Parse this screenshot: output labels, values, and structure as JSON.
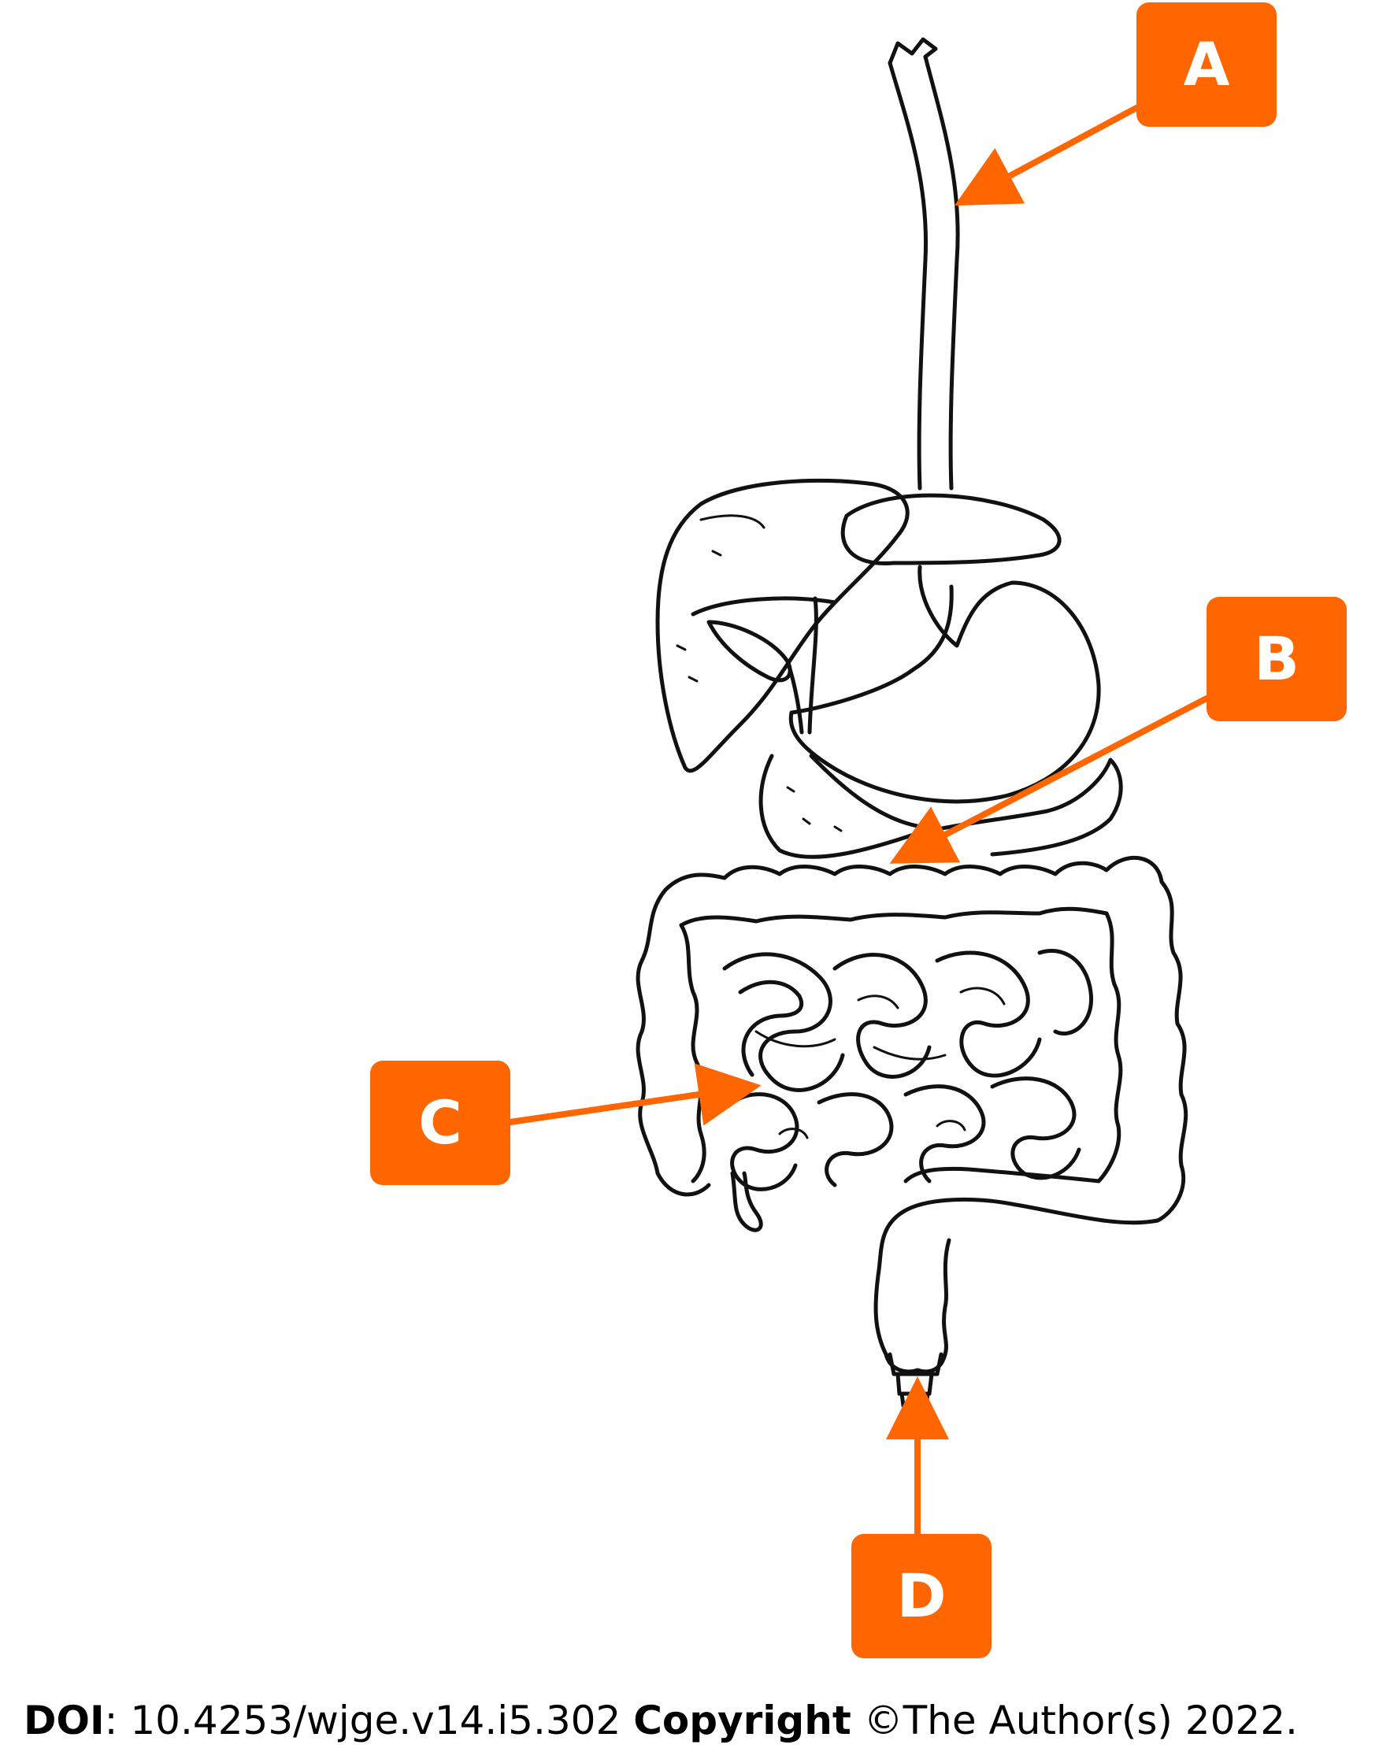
{
  "colors": {
    "accent": "#ff6600",
    "line": "#111111",
    "background": "#ffffff"
  },
  "labels": [
    {
      "id": "A",
      "text": "A"
    },
    {
      "id": "B",
      "text": "B"
    },
    {
      "id": "C",
      "text": "C"
    },
    {
      "id": "D",
      "text": "D"
    }
  ],
  "footer": {
    "doi_label": "DOI",
    "doi_value": ": 10.4253/wjge.v14.i5.302",
    "copyright_label": "Copyright",
    "copyright_value": "©The Author(s) 2022."
  }
}
